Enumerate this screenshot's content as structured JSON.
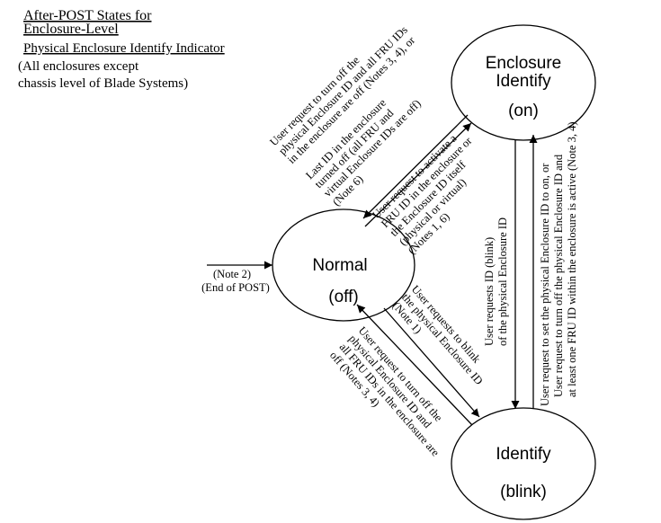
{
  "title": {
    "line1": "After-POST States for",
    "line2": "Enclosure-Level",
    "line3": "Physical Enclosure Identify Indicator",
    "note1": "(All enclosures except",
    "note2": "chassis level of Blade Systems)"
  },
  "states": {
    "enclosure_identify": {
      "line1": "Enclosure",
      "line2": "Identify",
      "state": "(on)"
    },
    "normal": {
      "name": "Normal",
      "state": "(off)"
    },
    "identify": {
      "name": "Identify",
      "state": "(blink)"
    }
  },
  "entry": {
    "line1": "(Note 2)",
    "line2": "(End of POST)"
  },
  "transitions": {
    "on_to_normal_user": [
      "User request to turn off the",
      "physical Enclosure ID and all FRU IDs",
      "in the enclosure are off (Notes 3, 4), or"
    ],
    "on_to_normal_last": [
      "Last ID in the enclosure",
      "turned off (all FRU and",
      "virtual Enclosure IDs are off)",
      "(Note 6)"
    ],
    "normal_to_on": [
      "User request to activate a",
      "FRU ID in the enclosure or",
      "the Enclosure ID itself",
      "(physical or virtual)",
      "(Notes 1, 6)"
    ],
    "normal_to_identify": [
      "User requests to blink",
      "the physical Enclosure ID",
      "(Note 1)"
    ],
    "identify_to_normal": [
      "User request to turn off the",
      "physical Enclosure ID and",
      "all FRU IDs in the enclosure are",
      "off (Notes 3, 4)"
    ],
    "on_to_identify": [
      "User requests ID (blink)",
      "of the physical Enclosure ID"
    ],
    "identify_to_on": [
      "User request to set the physical Enclosure ID to on, or",
      "User request to turn off the physical Enclosure ID and",
      "at least one FRU ID within the enclosure is active (Note 3, 4)"
    ]
  }
}
